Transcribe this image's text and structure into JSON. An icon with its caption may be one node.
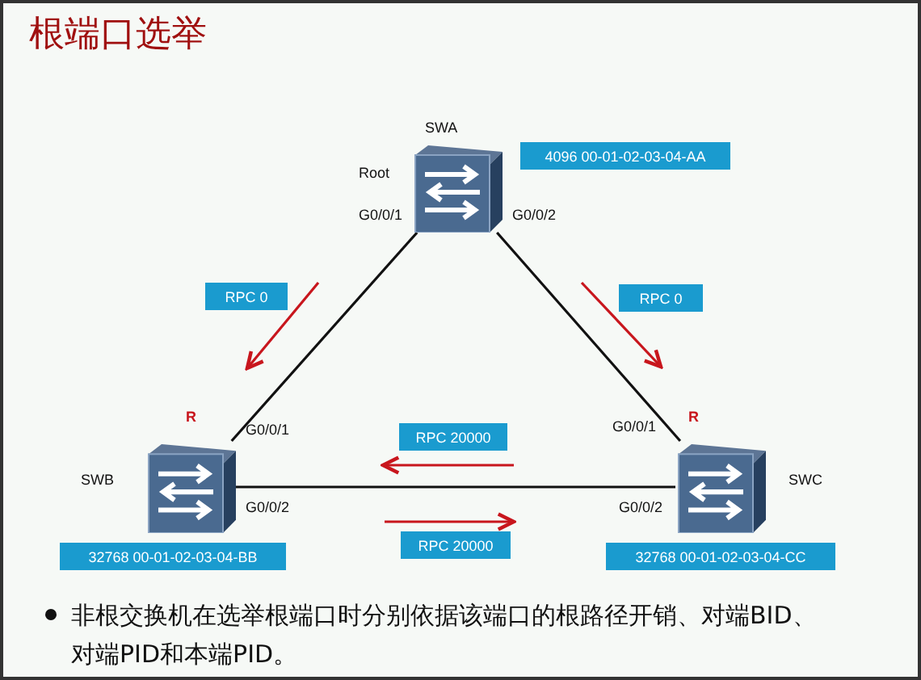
{
  "diagram": {
    "title": "根端口选举",
    "nodes": [
      {
        "text": [],
        "shape": "picture",
        "beside": [
          "SWA",
          "Root"
        ]
      },
      {
        "text": [
          "4096 00-01-02-03-04-AA"
        ]
      },
      {
        "text": [
          "RPC 0"
        ]
      },
      {
        "text": [
          "RPC 0"
        ]
      },
      {
        "text": [],
        "shape": "picture",
        "beside": [
          "R",
          "SWB"
        ]
      },
      {
        "text": [
          "RPC 20000"
        ]
      },
      {
        "text": [],
        "shape": "picture",
        "beside": [
          "R",
          "SWC"
        ]
      },
      {
        "text": [
          "RPC 20000"
        ]
      },
      {
        "text": [
          "32768 00-01-02-03-04-BB"
        ]
      },
      {
        "text": [
          "32768 00-01-02-03-04-CC"
        ]
      }
    ],
    "edges": [
      {
        "from": 0,
        "to": 4,
        "arrow": "none"
      },
      {
        "from": 0,
        "to": 6,
        "arrow": "none"
      },
      {
        "from": 4,
        "to": 6,
        "arrow": "none"
      }
    ],
    "labels": [
      "G0/0/1",
      "G0/0/2",
      "G0/0/1",
      "G0/0/1",
      "G0/0/2",
      "G0/0/2",
      "非根交换机在选举根端口时分别依据该端口的根路径开销、对端BID、对端PID和本端PID。"
    ]
  }
}
